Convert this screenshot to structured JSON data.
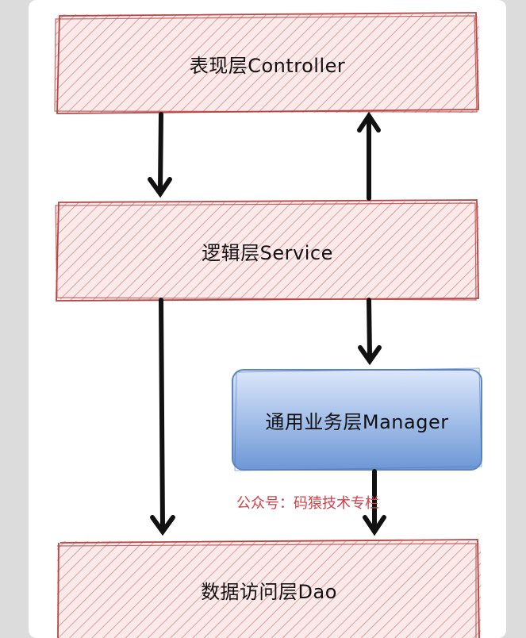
{
  "diagram": {
    "layers": {
      "controller": "表现层Controller",
      "service": "逻辑层Service",
      "manager": "通用业务层Manager",
      "dao": "数据访问层Dao"
    },
    "watermark": "公众号：码猿技术专栏",
    "colors": {
      "hatch_stroke": "#c05a5a",
      "hatch_fill": "#fbeaea",
      "manager_top": "#dbe7fb",
      "manager_bottom": "#6d97d6",
      "manager_border": "#5f86c4",
      "arrow": "#111111",
      "watermark": "#d2404a"
    },
    "edges": [
      {
        "from": "controller",
        "to": "service",
        "direction": "down"
      },
      {
        "from": "service",
        "to": "controller",
        "direction": "up"
      },
      {
        "from": "service",
        "to": "manager",
        "direction": "down"
      },
      {
        "from": "service",
        "to": "dao",
        "direction": "down"
      },
      {
        "from": "manager",
        "to": "dao",
        "direction": "down"
      }
    ]
  }
}
